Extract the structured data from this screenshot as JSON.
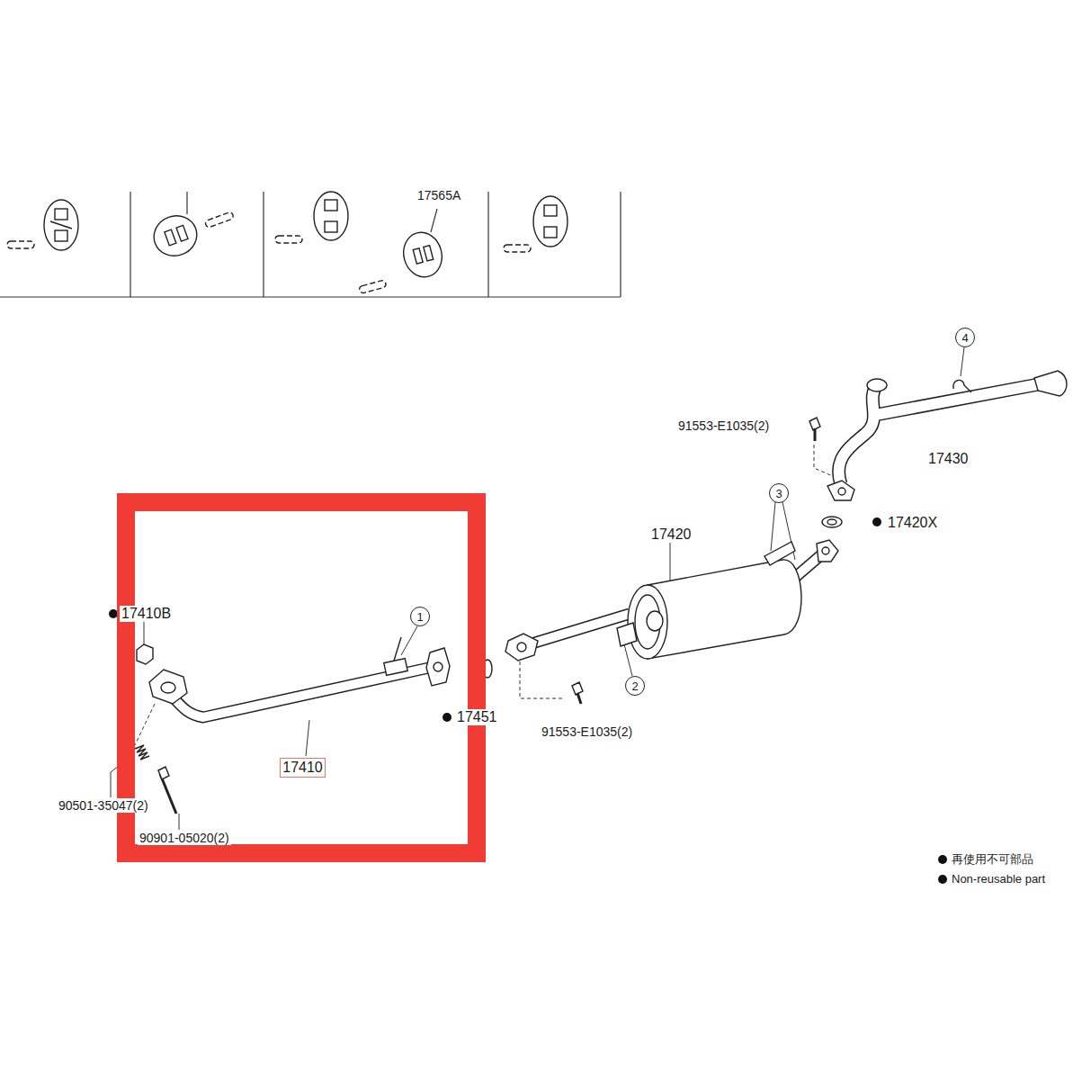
{
  "diagram": {
    "nodes": [
      {
        "text": [
          "4"
        ]
      },
      {
        "text": [
          "3"
        ]
      },
      {
        "text": [
          "1"
        ]
      },
      {
        "text": [
          "2"
        ]
      },
      {
        "text": [
          "17410"
        ]
      }
    ],
    "labels": [
      "17565A",
      "91553-E1035(2)",
      "17430",
      "17420X",
      "17420",
      "17410B",
      "17451",
      "91553-E1035(2)",
      "90501-35047(2)",
      "90901-05020(2)"
    ],
    "legend": [
      {
        "text": "再使用不可部品"
      },
      {
        "text": "Non-reusable part"
      }
    ]
  }
}
